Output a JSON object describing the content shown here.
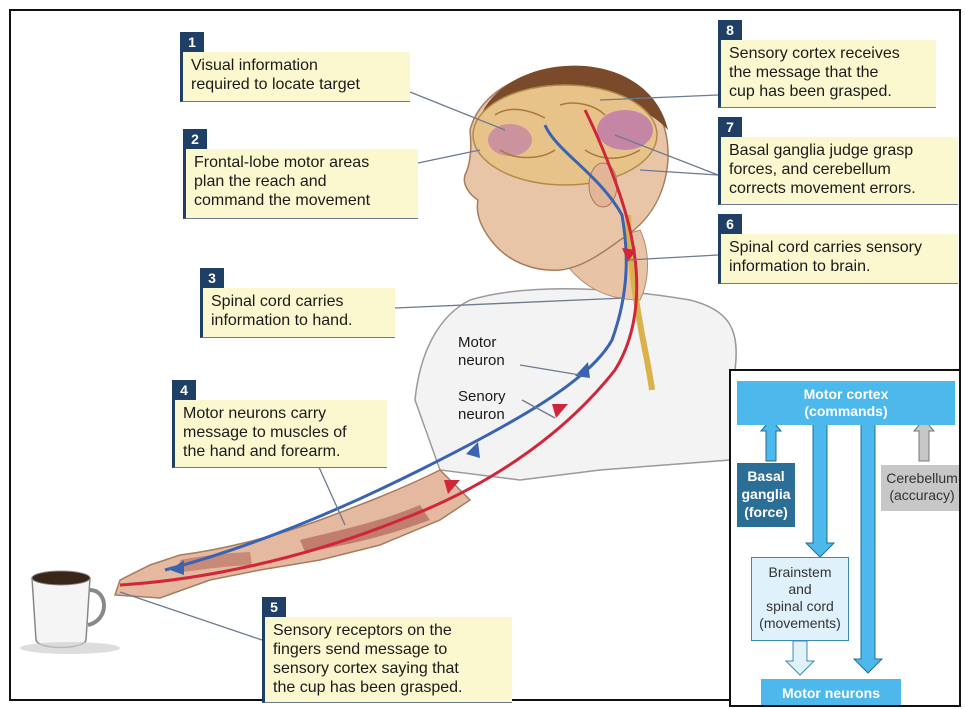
{
  "callouts": [
    {
      "num": "1",
      "text": "Visual information\nrequired to locate target"
    },
    {
      "num": "2",
      "text": "Frontal-lobe motor areas\nplan the reach and\ncommand the movement"
    },
    {
      "num": "3",
      "text": "Spinal cord carries\ninformation to hand."
    },
    {
      "num": "4",
      "text": "Motor neurons carry\nmessage to muscles of\nthe hand and forearm."
    },
    {
      "num": "5",
      "text": "Sensory receptors on the\nfingers send message to\nsensory cortex saying that\nthe cup has been grasped."
    },
    {
      "num": "6",
      "text": "Spinal cord carries sensory\ninformation to brain."
    },
    {
      "num": "7",
      "text": "Basal ganglia judge grasp\nforces, and cerebellum\ncorrects movement errors."
    },
    {
      "num": "8",
      "text": "Sensory cortex receives\nthe message that the\ncup has been grasped."
    }
  ],
  "labels": {
    "motor_neuron": "Motor\nneuron",
    "sensory_neuron": "Senory\nneuron"
  },
  "flowchart": {
    "motor_cortex": "Motor cortex\n(commands)",
    "basal_ganglia": "Basal\nganglia\n(force)",
    "cerebellum": "Cerebellum\n(accuracy)",
    "brainstem": "Brainstem\nand\nspinal cord\n(movements)",
    "motor_neurons": "Motor neurons"
  },
  "colors": {
    "motor_path": "#3a64b0",
    "sensory_path": "#d0263a",
    "callout_bg": "#fbf8d0",
    "number_bg": "#1f3f66",
    "flow_blue": "#4db8ec",
    "flow_dark": "#2b6f96",
    "flow_gray": "#c7c7c7"
  }
}
